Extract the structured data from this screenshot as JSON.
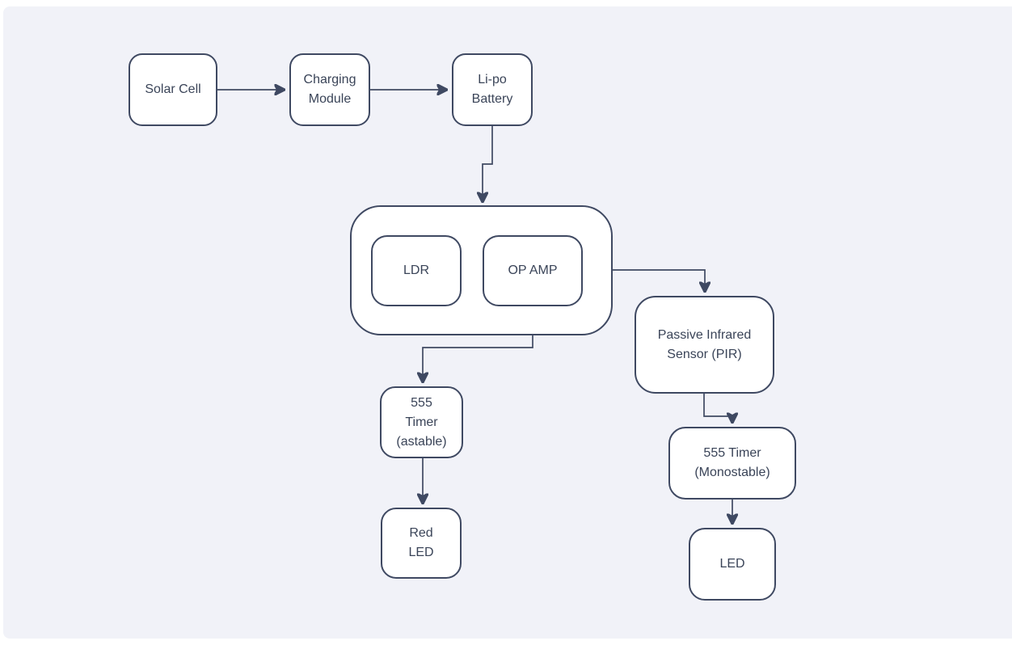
{
  "colors": {
    "canvas_bg": "#f1f2f8",
    "node_fill": "#ffffff",
    "stroke": "#3f4962",
    "text": "#3a4458"
  },
  "nodes": {
    "solar_cell": {
      "lines": [
        "Solar Cell"
      ]
    },
    "charging_module": {
      "lines": [
        "Charging",
        "Module"
      ]
    },
    "lipo_battery": {
      "lines": [
        "Li-po",
        "Battery"
      ]
    },
    "ldr": {
      "lines": [
        "LDR"
      ]
    },
    "op_amp": {
      "lines": [
        "OP AMP"
      ]
    },
    "pir": {
      "lines": [
        "Passive Infrared",
        "Sensor (PIR)"
      ]
    },
    "timer_astable": {
      "lines": [
        "555",
        "Timer",
        "(astable)"
      ]
    },
    "red_led": {
      "lines": [
        "Red",
        "LED"
      ]
    },
    "timer_monostable": {
      "lines": [
        "555 Timer",
        "(Monostable)"
      ]
    },
    "led": {
      "lines": [
        "LED"
      ]
    }
  }
}
